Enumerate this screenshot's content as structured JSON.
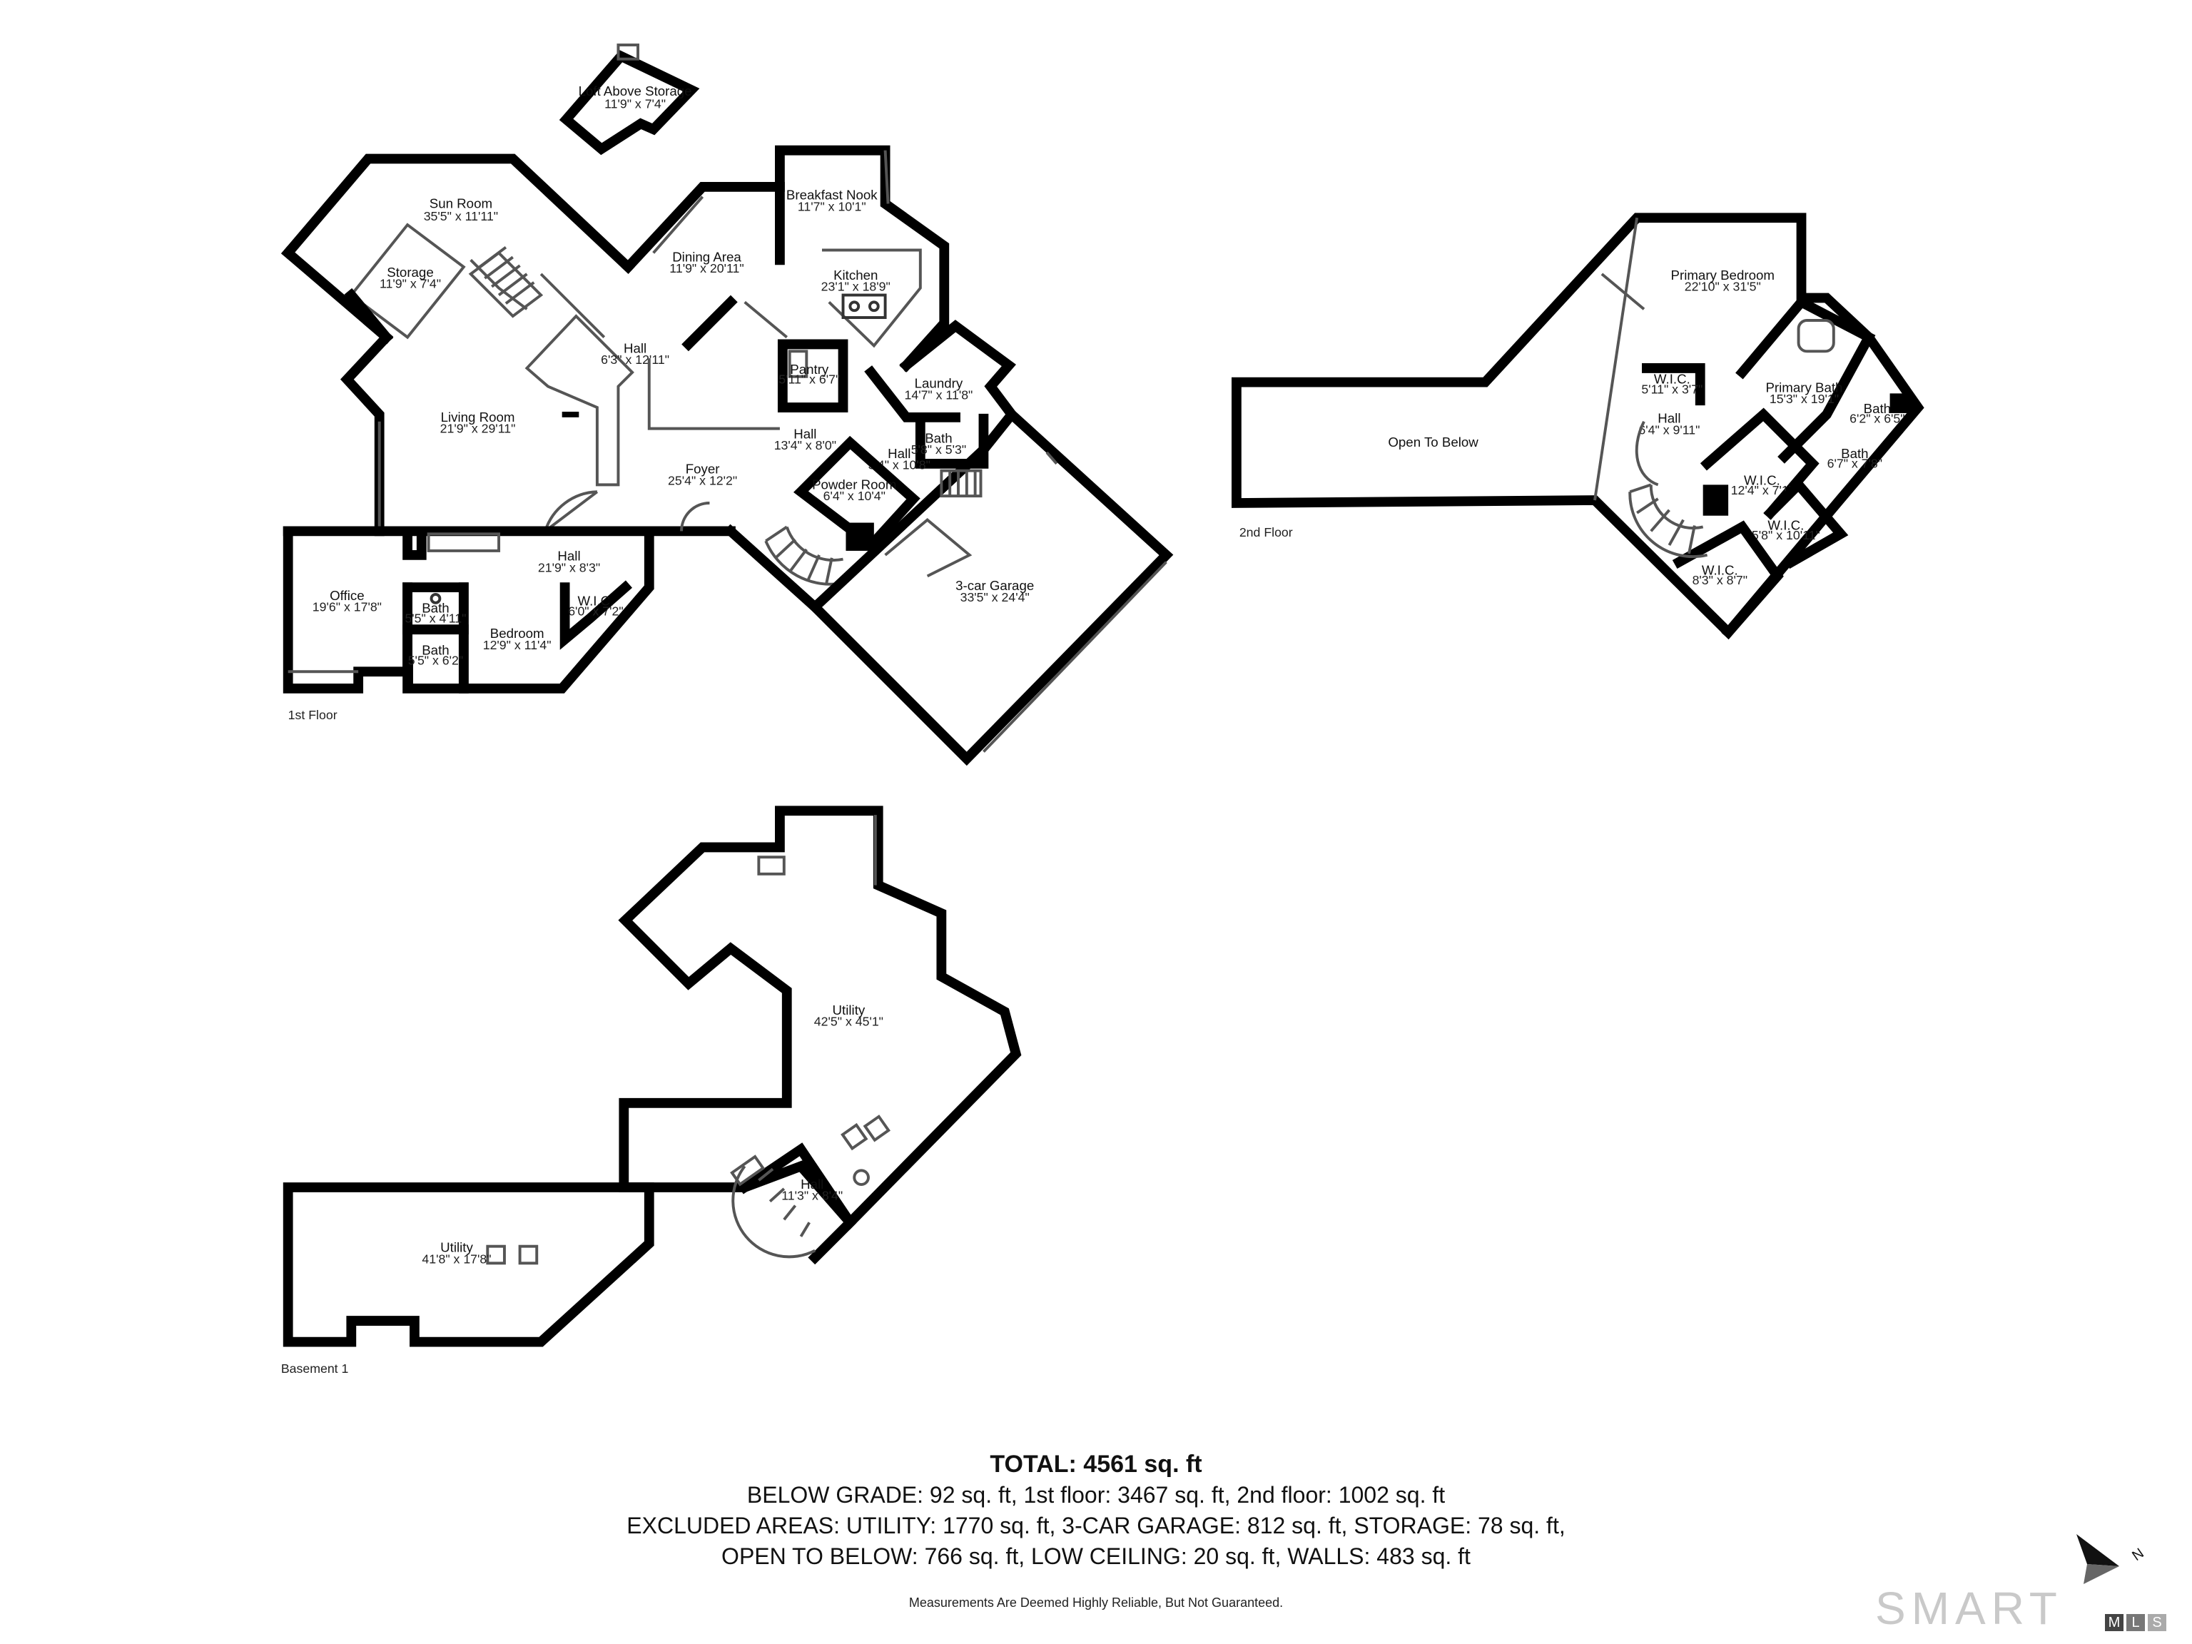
{
  "floors": {
    "first": {
      "label": "1st Floor"
    },
    "second": {
      "label": "2nd Floor"
    },
    "basement": {
      "label": "Basement 1"
    }
  },
  "rooms": {
    "loft": {
      "name": "Loft Above Storage",
      "dim": "11'9\" x 7'4\""
    },
    "sun_room": {
      "name": "Sun Room",
      "dim": "35'5\" x 11'11\""
    },
    "storage": {
      "name": "Storage",
      "dim": "11'9\" x 7'4\""
    },
    "dining": {
      "name": "Dining Area",
      "dim": "11'9\" x 20'11\""
    },
    "breakfast": {
      "name": "Breakfast Nook",
      "dim": "11'7\" x 10'1\""
    },
    "kitchen": {
      "name": "Kitchen",
      "dim": "23'1\" x 18'9\""
    },
    "hall_1": {
      "name": "Hall",
      "dim": "6'3\" x 12'11\""
    },
    "pantry": {
      "name": "Pantry",
      "dim": "5'11\" x 6'7\""
    },
    "laundry": {
      "name": "Laundry",
      "dim": "14'7\" x 11'8\""
    },
    "living": {
      "name": "Living Room",
      "dim": "21'9\" x 29'11\""
    },
    "hall_2": {
      "name": "Hall",
      "dim": "13'4\" x 8'0\""
    },
    "bath_1": {
      "name": "Bath",
      "dim": "5'8\" x 5'3\""
    },
    "hall_3": {
      "name": "Hall",
      "dim": "3'4\" x 10'8\""
    },
    "foyer": {
      "name": "Foyer",
      "dim": "25'4\" x 12'2\""
    },
    "powder": {
      "name": "Powder Room",
      "dim": "6'4\" x 10'4\""
    },
    "hall_4": {
      "name": "Hall",
      "dim": "21'9\" x 8'3\""
    },
    "office": {
      "name": "Office",
      "dim": "19'6\" x 17'8\""
    },
    "bath_2": {
      "name": "Bath",
      "dim": "5'5\" x 4'11\""
    },
    "bath_3": {
      "name": "Bath",
      "dim": "5'5\" x 6'2\""
    },
    "bedroom": {
      "name": "Bedroom",
      "dim": "12'9\" x 11'4\""
    },
    "wic_1": {
      "name": "W.I.C.",
      "dim": "6'0\" x 7'2\""
    },
    "garage": {
      "name": "3-car Garage",
      "dim": "33'5\" x 24'4\""
    },
    "open_below": {
      "name": "Open To Below",
      "dim": ""
    },
    "primary_bed": {
      "name": "Primary Bedroom",
      "dim": "22'10\" x 31'5\""
    },
    "wic_2": {
      "name": "W.I.C.",
      "dim": "5'11\" x 3'7\""
    },
    "hall_5": {
      "name": "Hall",
      "dim": "6'4\" x 9'11\""
    },
    "primary_bath": {
      "name": "Primary Bath",
      "dim": "15'3\" x 19'1\""
    },
    "bath_4": {
      "name": "Bath",
      "dim": "6'2\" x 6'5\""
    },
    "bath_5": {
      "name": "Bath",
      "dim": "6'7\" x 7'8\""
    },
    "wic_3": {
      "name": "W.I.C.",
      "dim": "12'4\" x 7'1\""
    },
    "wic_4": {
      "name": "W.I.C.",
      "dim": "5'8\" x 10'11\""
    },
    "wic_5": {
      "name": "W.I.C.",
      "dim": "8'3\" x 8'7\""
    },
    "utility_1": {
      "name": "Utility",
      "dim": "42'5\" x 45'1\""
    },
    "hall_6": {
      "name": "Hall",
      "dim": "11'3\" x 8'4\""
    },
    "utility_2": {
      "name": "Utility",
      "dim": "41'8\" x 17'8\""
    }
  },
  "summary": {
    "total": "TOTAL: 4561 sq. ft",
    "line1": "BELOW GRADE: 92 sq. ft, 1st floor: 3467 sq. ft, 2nd floor: 1002 sq. ft",
    "line2": "EXCLUDED AREAS: UTILITY: 1770 sq. ft, 3-CAR GARAGE: 812 sq. ft, STORAGE: 78 sq. ft,",
    "line3": "OPEN TO BELOW: 766 sq. ft, LOW CEILING: 20 sq. ft, WALLS: 483 sq. ft"
  },
  "disclaimer": "Measurements Are Deemed Highly Reliable, But Not Guaranteed.",
  "brand": {
    "word": "SMART",
    "m": "M",
    "l": "L",
    "s": "S",
    "compass": "N"
  }
}
